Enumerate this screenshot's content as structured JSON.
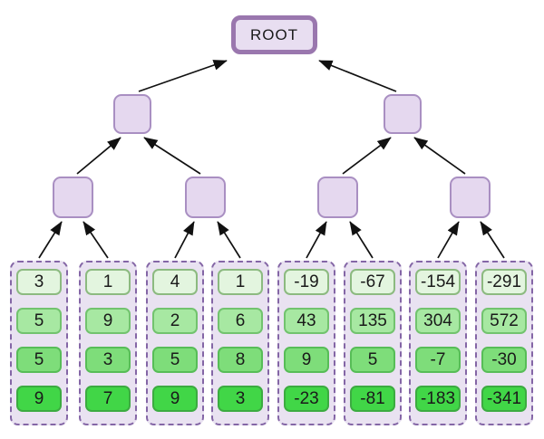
{
  "diagram": {
    "root_label": "ROOT",
    "levels": {
      "internal_level2_count": 2,
      "internal_level3_count": 4,
      "leaf_column_count": 8
    }
  },
  "leaf_columns": [
    {
      "values": [
        "3",
        "5",
        "5",
        "9"
      ]
    },
    {
      "values": [
        "1",
        "9",
        "3",
        "7"
      ]
    },
    {
      "values": [
        "4",
        "2",
        "5",
        "9"
      ]
    },
    {
      "values": [
        "1",
        "6",
        "8",
        "3"
      ]
    },
    {
      "values": [
        "-19",
        "43",
        "9",
        "-23"
      ]
    },
    {
      "values": [
        "-67",
        "135",
        "5",
        "-81"
      ]
    },
    {
      "values": [
        "-154",
        "304",
        "-7",
        "-183"
      ]
    },
    {
      "values": [
        "-291",
        "572",
        "-30",
        "-341"
      ]
    }
  ],
  "colors": {
    "node_fill": "#e5d8ef",
    "node_border": "#a98fc2",
    "root_fill": "#e8def1",
    "root_border": "#9a77ae",
    "container_fill": "#e9e2f1",
    "container_border": "#8466a6",
    "arrow": "#111111",
    "text": "#1a1a1a",
    "leaf_rows": [
      {
        "fill": "#e3f5df",
        "border": "#8cba80"
      },
      {
        "fill": "#a7e8a2",
        "border": "#72c36e"
      },
      {
        "fill": "#7edd7a",
        "border": "#57bd57"
      },
      {
        "fill": "#41d647",
        "border": "#3cab41"
      }
    ]
  }
}
